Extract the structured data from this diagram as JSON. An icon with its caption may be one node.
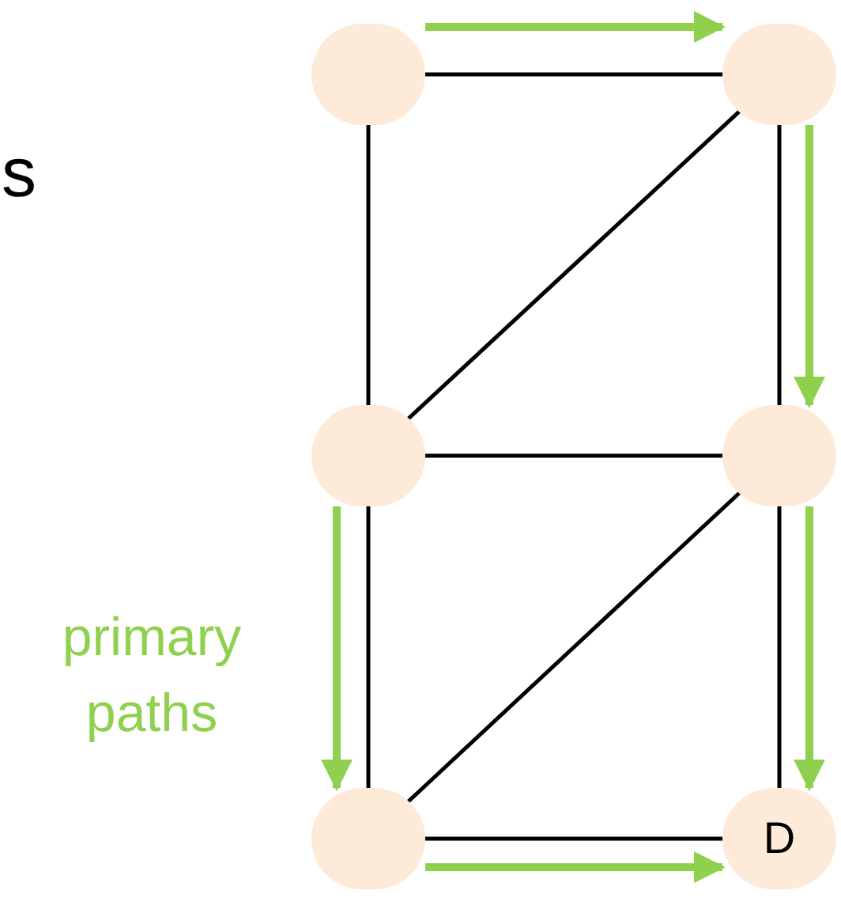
{
  "diagram": {
    "nodes": [
      {
        "text": [],
        "shape": "circle"
      },
      {
        "text": [],
        "shape": "circle"
      },
      {
        "text": [],
        "shape": "circle"
      },
      {
        "text": [],
        "shape": "circle"
      },
      {
        "text": [],
        "shape": "circle"
      },
      {
        "text": [
          "D"
        ]
      }
    ],
    "edges": [
      {
        "from": 0,
        "to": 1,
        "arrow": "none"
      },
      {
        "from": 0,
        "to": 2,
        "arrow": "none"
      },
      {
        "from": 1,
        "to": 2,
        "arrow": "none"
      },
      {
        "from": 1,
        "to": 3,
        "arrow": "none"
      },
      {
        "from": 2,
        "to": 3,
        "arrow": "none"
      },
      {
        "from": 2,
        "to": 4,
        "arrow": "none"
      },
      {
        "from": 3,
        "to": 4,
        "arrow": "none"
      },
      {
        "from": 3,
        "to": 5,
        "arrow": "none"
      },
      {
        "from": 4,
        "to": 5,
        "arrow": "none"
      },
      {
        "from": 0,
        "to": 1,
        "arrow": "to",
        "style": "thick",
        "color": "#8fd14f"
      },
      {
        "from": 1,
        "to": 3,
        "arrow": "to",
        "style": "thick",
        "color": "#8fd14f"
      },
      {
        "from": 3,
        "to": 5,
        "arrow": "to",
        "style": "thick",
        "color": "#8fd14f"
      },
      {
        "from": 2,
        "to": 4,
        "arrow": "to",
        "style": "thick",
        "color": "#8fd14f"
      },
      {
        "from": 4,
        "to": 5,
        "arrow": "to",
        "style": "thick",
        "color": "#8fd14f"
      }
    ],
    "labels": [
      "s",
      "primary paths"
    ]
  }
}
